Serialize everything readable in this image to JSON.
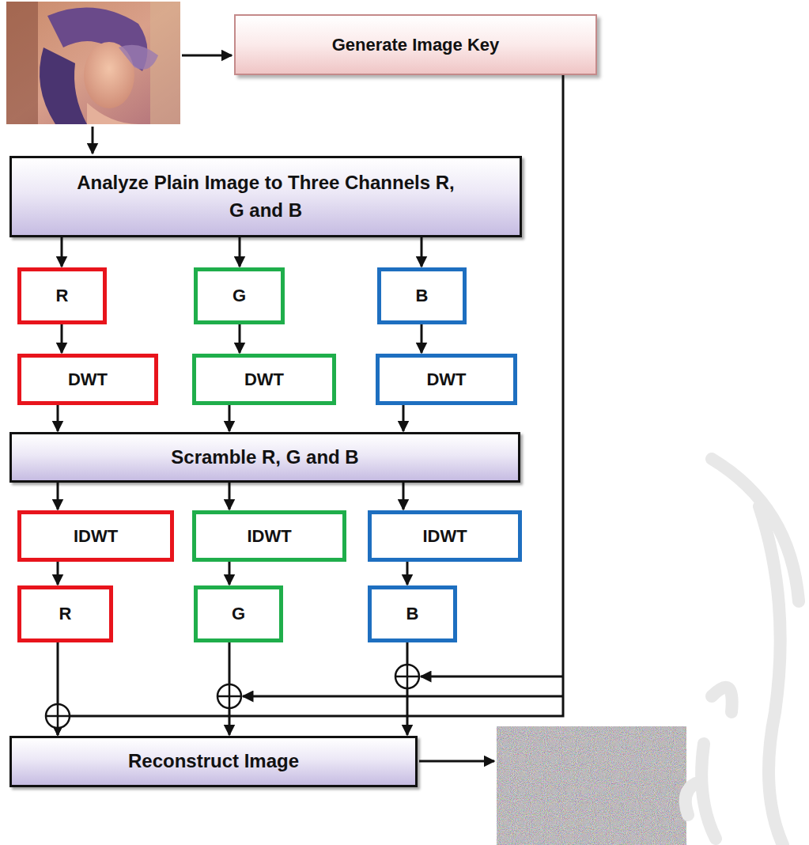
{
  "diagram": {
    "nodes": [
      {
        "text": [
          "Generate Image Key"
        ]
      },
      {
        "text": [
          "Analyze Plain Image to Three Channels R, G and B"
        ]
      },
      {
        "text": [
          "R"
        ]
      },
      {
        "text": [
          "G"
        ]
      },
      {
        "text": [
          "B"
        ]
      },
      {
        "text": [
          "DWT"
        ]
      },
      {
        "text": [
          "DWT"
        ]
      },
      {
        "text": [
          "DWT"
        ]
      },
      {
        "text": [
          "Scramble R, G and B"
        ]
      },
      {
        "text": [
          "IDWT"
        ]
      },
      {
        "text": [
          "IDWT"
        ]
      },
      {
        "text": [
          "IDWT"
        ]
      },
      {
        "text": [
          "R"
        ]
      },
      {
        "text": [
          "G"
        ]
      },
      {
        "text": [
          "B"
        ]
      },
      {
        "text": [
          "Reconstruct Image"
        ]
      }
    ],
    "edges": [
      {
        "from": 1,
        "to": 2,
        "arrow": "to"
      },
      {
        "from": 1,
        "to": 3,
        "arrow": "to"
      },
      {
        "from": 1,
        "to": 4,
        "arrow": "to"
      },
      {
        "from": 2,
        "to": 5,
        "arrow": "to"
      },
      {
        "from": 3,
        "to": 6,
        "arrow": "to"
      },
      {
        "from": 4,
        "to": 7,
        "arrow": "to"
      },
      {
        "from": 5,
        "to": 8,
        "arrow": "to"
      },
      {
        "from": 6,
        "to": 8,
        "arrow": "to"
      },
      {
        "from": 7,
        "to": 8,
        "arrow": "to"
      },
      {
        "from": 8,
        "to": 9,
        "arrow": "to"
      },
      {
        "from": 8,
        "to": 10,
        "arrow": "to"
      },
      {
        "from": 8,
        "to": 11,
        "arrow": "to"
      },
      {
        "from": 9,
        "to": 12,
        "arrow": "to"
      },
      {
        "from": 10,
        "to": 13,
        "arrow": "to"
      },
      {
        "from": 11,
        "to": 14,
        "arrow": "to"
      },
      {
        "from": 12,
        "to": 15,
        "arrow": "to"
      },
      {
        "from": 13,
        "to": 15,
        "arrow": "to"
      },
      {
        "from": 14,
        "to": 15,
        "arrow": "to"
      },
      {
        "from": 0,
        "to": 15,
        "arrow": "to"
      }
    ]
  }
}
